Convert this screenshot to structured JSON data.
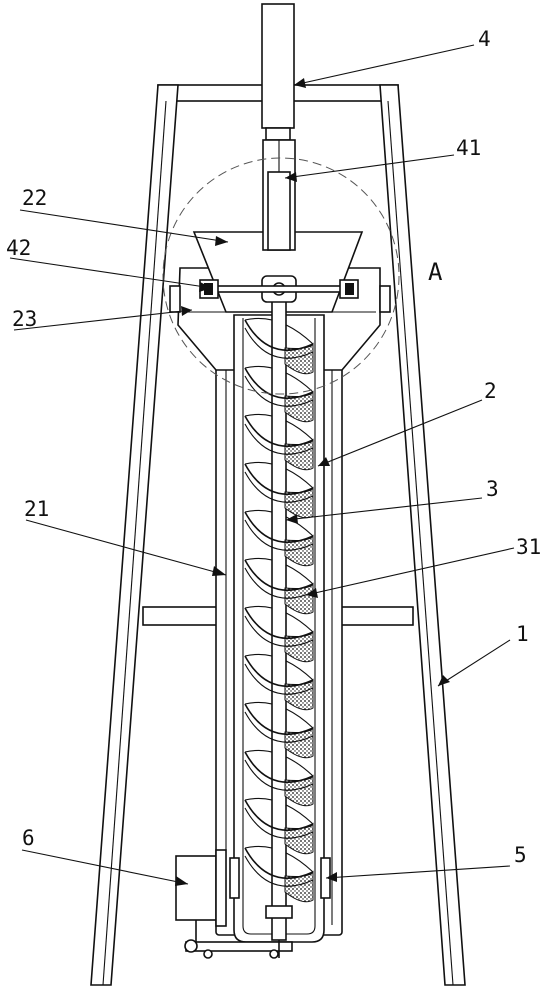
{
  "diagram": {
    "labels": {
      "l4": "4",
      "l41": "41",
      "l22": "22",
      "l42": "42",
      "l23": "23",
      "lA": "A",
      "l2": "2",
      "l3": "3",
      "l21": "21",
      "l31": "31",
      "l1": "1",
      "l6": "6",
      "l5": "5"
    },
    "colors": {
      "line": "#111111",
      "background": "#ffffff"
    }
  }
}
